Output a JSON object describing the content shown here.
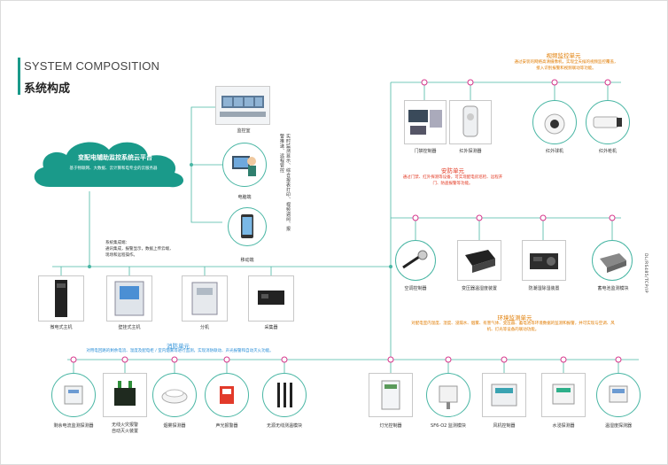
{
  "header": {
    "title_en": "SYSTEM COMPOSITION",
    "title_cn": "系统构成"
  },
  "cloud": {
    "title": "变配电辅助监控系统云平台",
    "subtitle": "基于物联网、大数据、云计算和电专业的云服务器"
  },
  "top_devices": {
    "monitor_room": "监控室",
    "computer": "电脑端",
    "mobile": "移动端",
    "vertical_note": "实时监测显示、综合报表打印、视频调阅、报警推送、远程管控"
  },
  "collect_note": "系统集成端：\n通讯集成，报警显示，数据上传云端，现场和远程操作。",
  "middle_devices": [
    "微电式主机",
    "壁挂式主机",
    "分机",
    "采集器"
  ],
  "video": {
    "title": "视频监控单元",
    "desc": "通过安装的网络高清摄像机，实现全天候的视频监控覆盖，接入识别报警和视频联动等功能。",
    "devices": [
      "门禁控制器",
      "红外探测器",
      "红外球机",
      "红外枪机"
    ]
  },
  "security": {
    "title": "安防单元",
    "desc": "通过门禁、红外探测等设备，可实现配电房巡检、远程开门、防盗报警等功能。"
  },
  "environment": {
    "title": "环境监测单元",
    "desc": "对配电室内温度、湿度、浸漏水、烟雾、有害气体、变压器、蓄电池等环境数据的监测和报警，并可实现与空调、风机、灯光等设备的联动功能。",
    "devices": [
      "空调控制器",
      "变压器温湿度装置",
      "防潮湿除湿装置",
      "蓄电池监测模块"
    ],
    "vertical_note": "DL/RS485/TCP/IP"
  },
  "fire": {
    "title": "消防单元",
    "desc": "对用电回路的剩余电流、温度及配电柜 / 室内烟雾等进行监测，实现消防联动、声光报警和自动灭火功能。",
    "devices": [
      "剩余电流监测探测器",
      "无线火灾报警\n自动灭火装置",
      "烟雾探测器",
      "声光报警器",
      "无源无线测温模块"
    ]
  },
  "env_devices_bottom": [
    "灯光控制器",
    "SF6-O2 监测模块",
    "风机控制器",
    "水浸探测器",
    "温湿度探测器"
  ],
  "colors": {
    "teal": "#1a9a8a",
    "line": "#49b6a4",
    "orange": "#e07b00",
    "red": "#e2361f",
    "blue": "#2a8fd8",
    "pink": "#d6338a"
  }
}
